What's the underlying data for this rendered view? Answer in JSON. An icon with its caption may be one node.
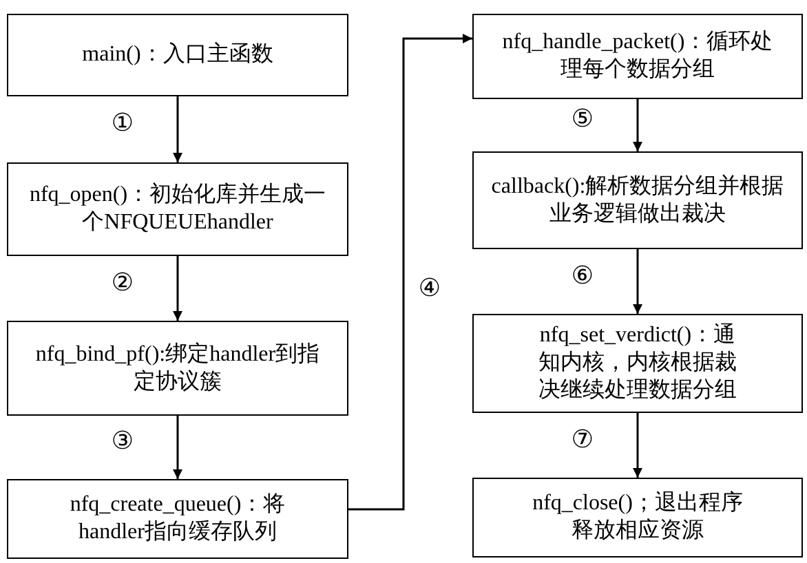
{
  "diagram": {
    "nodes": [
      {
        "text": [
          "main()：入口主函数"
        ]
      },
      {
        "text": [
          "nfq_open()：初始化库并生成一个NFQUEUEhandler"
        ]
      },
      {
        "text": [
          "nfq_bind_pf():绑定handler到指定协议簇"
        ]
      },
      {
        "text": [
          "nfq_create_queue()：将handler指向缓存队列"
        ]
      },
      {
        "text": [
          "nfq_handle_packet()：循环处理每个数据分组"
        ]
      },
      {
        "text": [
          "callback():解析数据分组并根据业务逻辑做出裁决"
        ]
      },
      {
        "text": [
          "nfq_set_verdict()：通知内核，内核根据裁决继续处理数据分组"
        ]
      },
      {
        "text": [
          "nfq_close()；退出程序释放相应资源"
        ]
      }
    ],
    "edges": [
      {
        "from": 0,
        "to": 1,
        "arrow": "to",
        "label": "①"
      },
      {
        "from": 1,
        "to": 2,
        "arrow": "to",
        "label": "②"
      },
      {
        "from": 2,
        "to": 3,
        "arrow": "to",
        "label": "③"
      },
      {
        "from": 3,
        "to": 4,
        "arrow": "to",
        "label": "④"
      },
      {
        "from": 4,
        "to": 5,
        "arrow": "to",
        "label": "⑤"
      },
      {
        "from": 5,
        "to": 6,
        "arrow": "to",
        "label": "⑥"
      },
      {
        "from": 6,
        "to": 7,
        "arrow": "to",
        "label": "⑦"
      }
    ]
  }
}
